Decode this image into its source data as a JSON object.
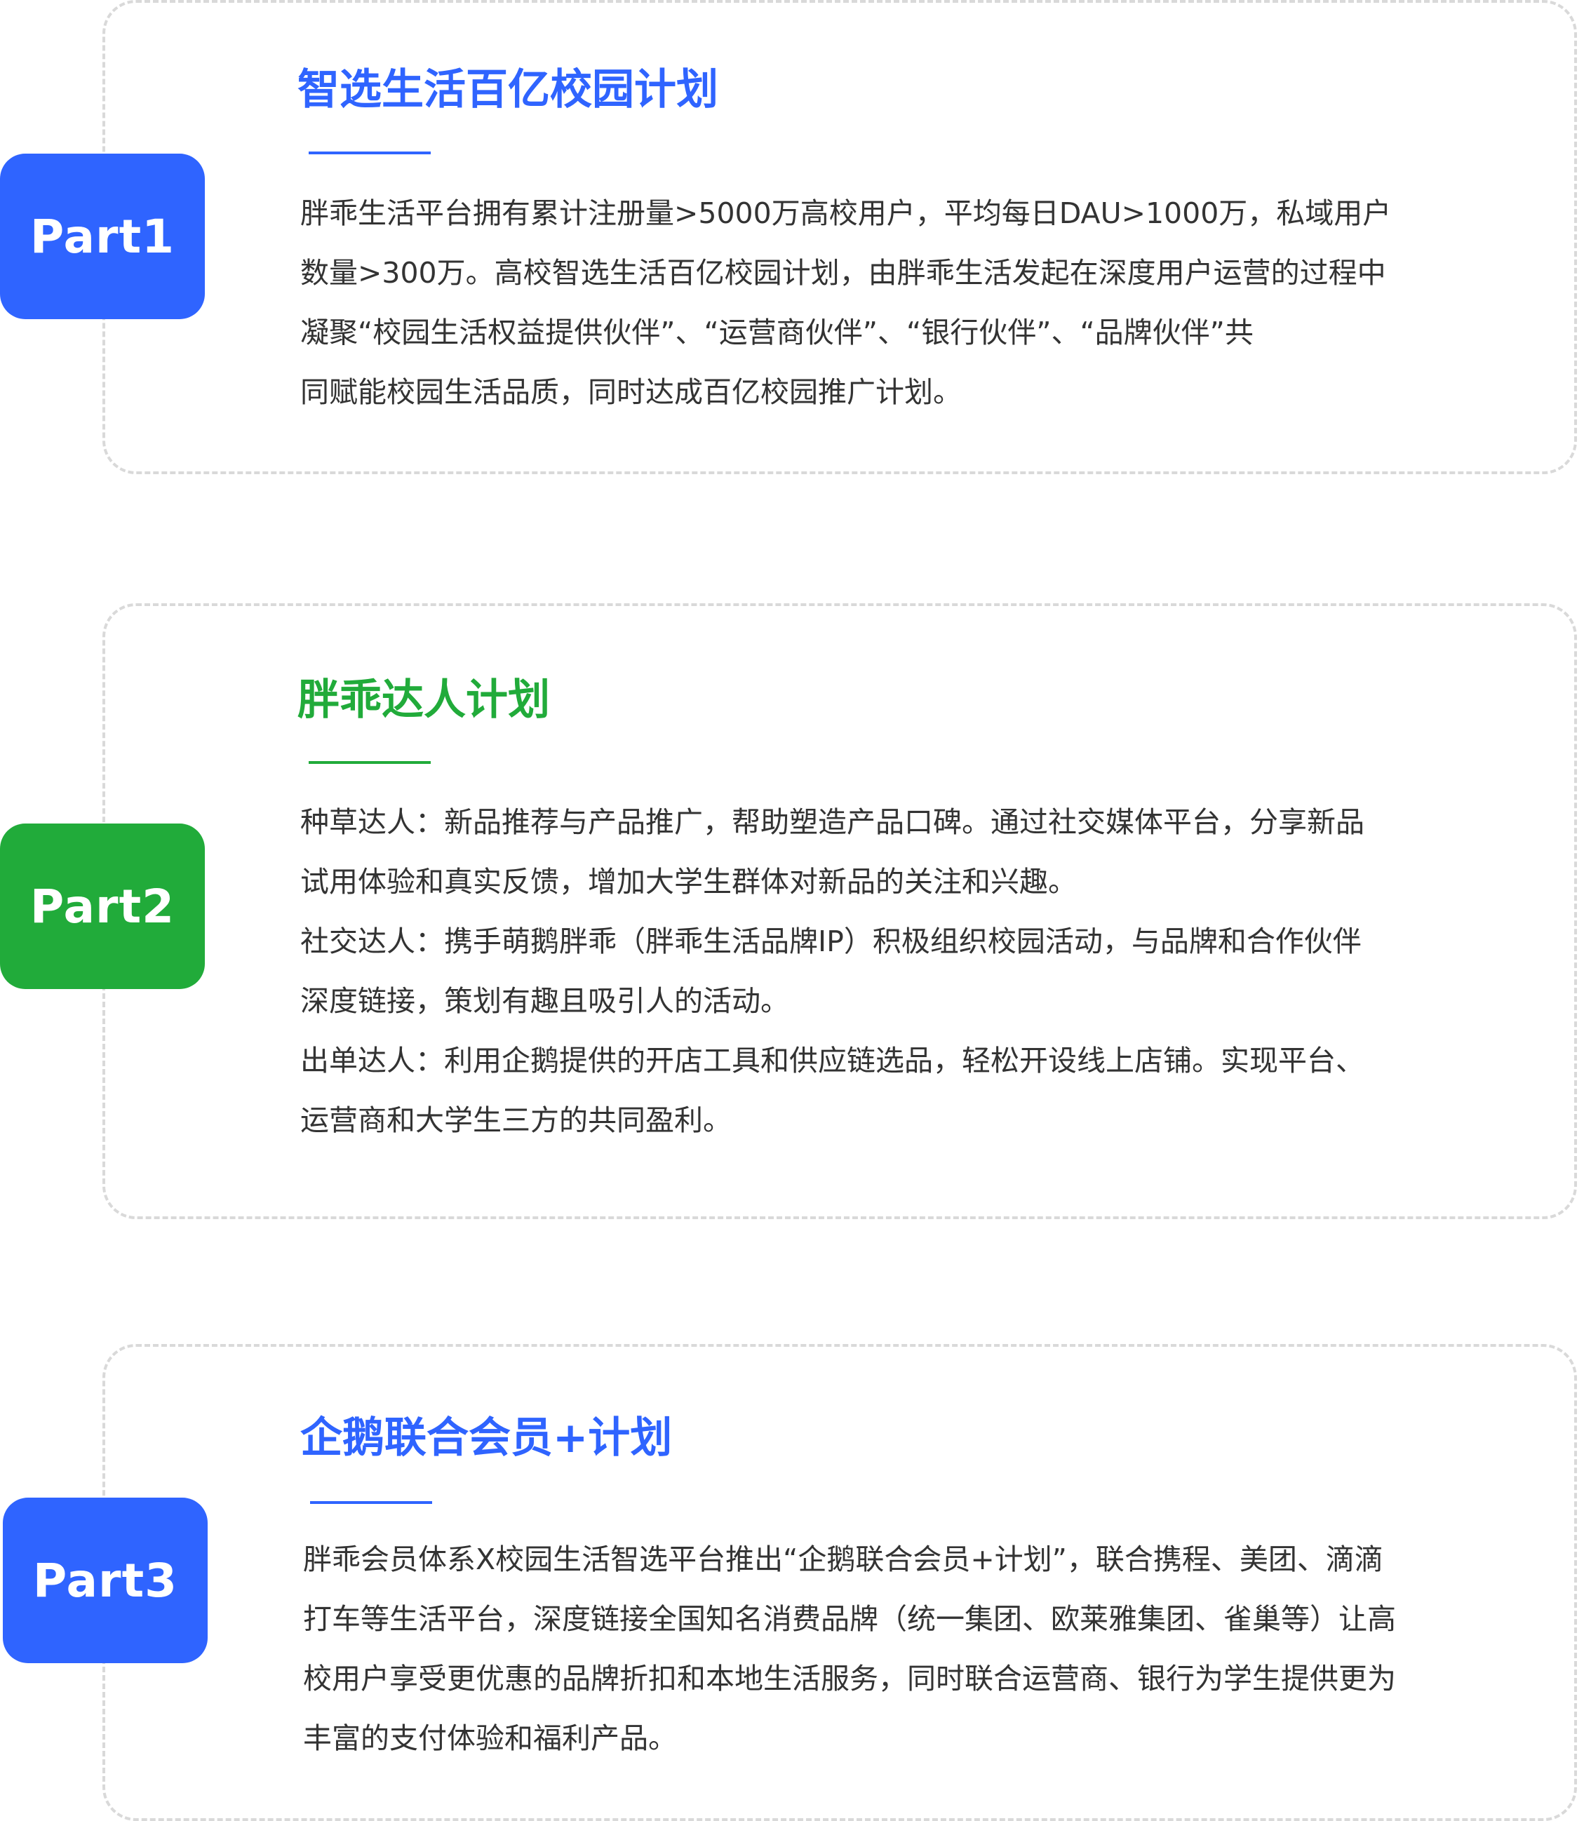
{
  "sections": [
    {
      "badge": "Part1",
      "title": "智选生活百亿校园计划",
      "lines": [
        "胖乖生活平台拥有累计注册量>5000万高校用户，平均每日DAU>1000万，私域用户",
        "数量>300万。高校智选生活百亿校园计划，由胖乖生活发起在深度用户运营的过程中",
        "凝聚“校园生活权益提供伙伴”、“运营商伙伴”、“银行伙伴”、“品牌伙伴”共",
        "同赋能校园生活品质，同时达成百亿校园推广计划。"
      ]
    },
    {
      "badge": "Part2",
      "title": "胖乖达人计划",
      "lines": [
        "种草达人：新品推荐与产品推广，帮助塑造产品口碑。通过社交媒体平台，分享新品",
        "试用体验和真实反馈，增加大学生群体对新品的关注和兴趣。",
        "社交达人：携手萌鹅胖乖（胖乖生活品牌IP）积极组织校园活动，与品牌和合作伙伴",
        "深度链接，策划有趣且吸引人的活动。",
        "出单达人：利用企鹅提供的开店工具和供应链选品，轻松开设线上店铺。实现平台、",
        "运营商和大学生三方的共同盈利。"
      ]
    },
    {
      "badge": "Part3",
      "title": "企鹅联合会员+计划",
      "lines": [
        "胖乖会员体系X校园生活智选平台推出“企鹅联合会员+计划”，联合携程、美团、滴滴",
        "打车等生活平台，深度链接全国知名消费品牌（统一集团、欧莱雅集团、雀巢等）让高",
        "校用户享受更优惠的品牌折扣和本地生活服务，同时联合运营商、银行为学生提供更为",
        "丰富的支付体验和福利产品。"
      ]
    }
  ],
  "colors": {
    "blue": "#2f64ff",
    "green": "#21ab3a",
    "text": "#333333",
    "dashed_border": "#d9d9d9"
  }
}
